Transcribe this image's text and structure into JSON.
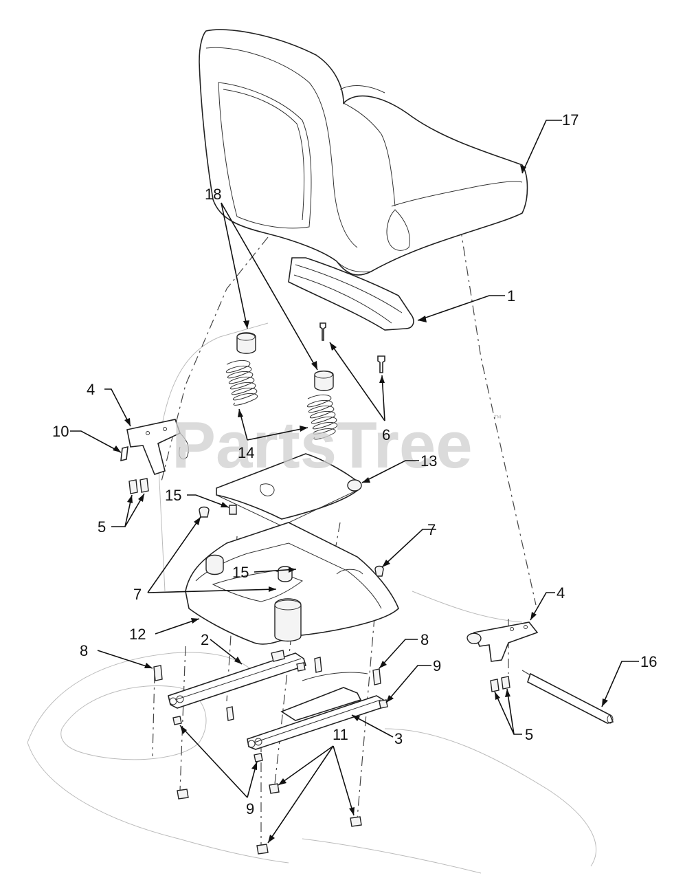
{
  "watermark": {
    "text": "PartsTree",
    "mark": "™"
  },
  "callouts": [
    {
      "id": "17",
      "label": "17"
    },
    {
      "id": "1",
      "label": "1"
    },
    {
      "id": "18",
      "label": "18"
    },
    {
      "id": "6",
      "label": "6"
    },
    {
      "id": "4a",
      "label": "4"
    },
    {
      "id": "10",
      "label": "10"
    },
    {
      "id": "14",
      "label": "14"
    },
    {
      "id": "13",
      "label": "13"
    },
    {
      "id": "15a",
      "label": "15"
    },
    {
      "id": "5a",
      "label": "5"
    },
    {
      "id": "7a",
      "label": "7"
    },
    {
      "id": "15b",
      "label": "15"
    },
    {
      "id": "7b",
      "label": "7"
    },
    {
      "id": "4b",
      "label": "4"
    },
    {
      "id": "12",
      "label": "12"
    },
    {
      "id": "2",
      "label": "2"
    },
    {
      "id": "8a",
      "label": "8"
    },
    {
      "id": "8b",
      "label": "8"
    },
    {
      "id": "9a",
      "label": "9"
    },
    {
      "id": "16",
      "label": "16"
    },
    {
      "id": "3",
      "label": "3"
    },
    {
      "id": "11",
      "label": "11"
    },
    {
      "id": "5b",
      "label": "5"
    },
    {
      "id": "9b",
      "label": "9"
    }
  ]
}
